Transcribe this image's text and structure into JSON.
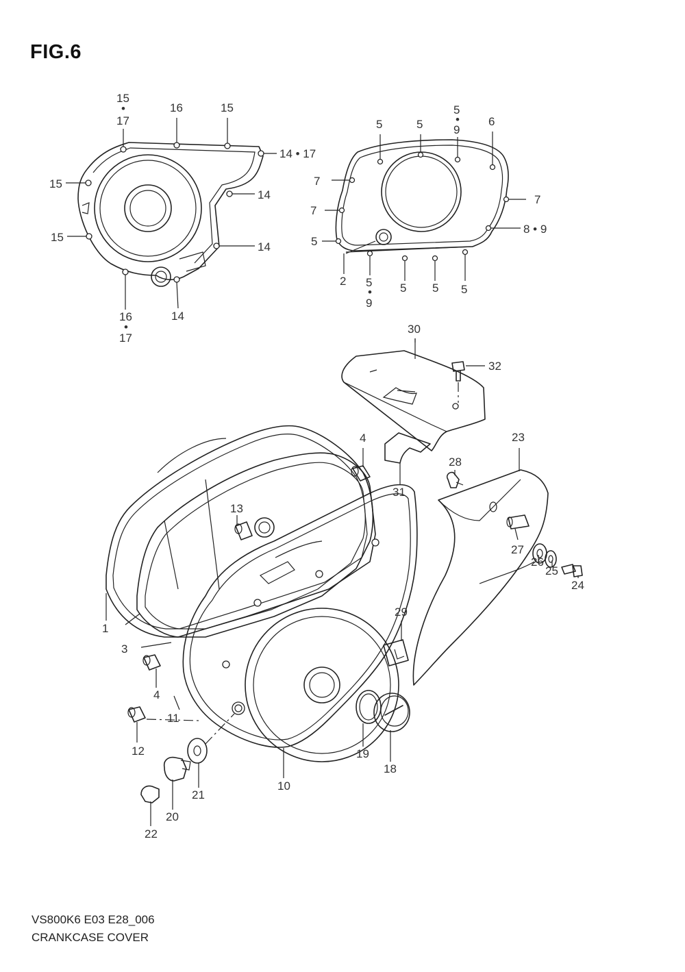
{
  "figure": {
    "title": "FIG.6",
    "model_code": "VS800K6 E03 E28_006",
    "name": "CRANKCASE COVER"
  },
  "callouts": {
    "c15_17_top": {
      "a": "15",
      "sep": "•",
      "b": "17"
    },
    "c16_top": "16",
    "c15_top": "15",
    "c14_17": "14 • 17",
    "c15_left1": "15",
    "c14_a": "14",
    "c15_left2": "15",
    "c14_b": "14",
    "c16_17_bottom": {
      "a": "16",
      "sep": "•",
      "b": "17"
    },
    "c14_bottom": "14",
    "c5_top1": "5",
    "c5_top2": "5",
    "c5_9_top": {
      "a": "5",
      "sep": "•",
      "b": "9"
    },
    "c6": "6",
    "c7_left1": "7",
    "c7_left2": "7",
    "c7_right": "7",
    "c8_9": "8 • 9",
    "c5_left": "5",
    "c2": "2",
    "c5_9_bottom": {
      "a": "5",
      "sep": "•",
      "b": "9"
    },
    "c5_b1": "5",
    "c5_b2": "5",
    "c5_b3": "5",
    "p30": "30",
    "p32": "32",
    "p4_top": "4",
    "p31": "31",
    "p23": "23",
    "p28": "28",
    "p13": "13",
    "p27": "27",
    "p26": "26",
    "p25": "25",
    "p24": "24",
    "p1": "1",
    "p3": "3",
    "p29": "29",
    "p4_bottom": "4",
    "p11": "11",
    "p12": "12",
    "p19": "19",
    "p18": "18",
    "p10": "10",
    "p21": "21",
    "p20": "20",
    "p22": "22"
  }
}
